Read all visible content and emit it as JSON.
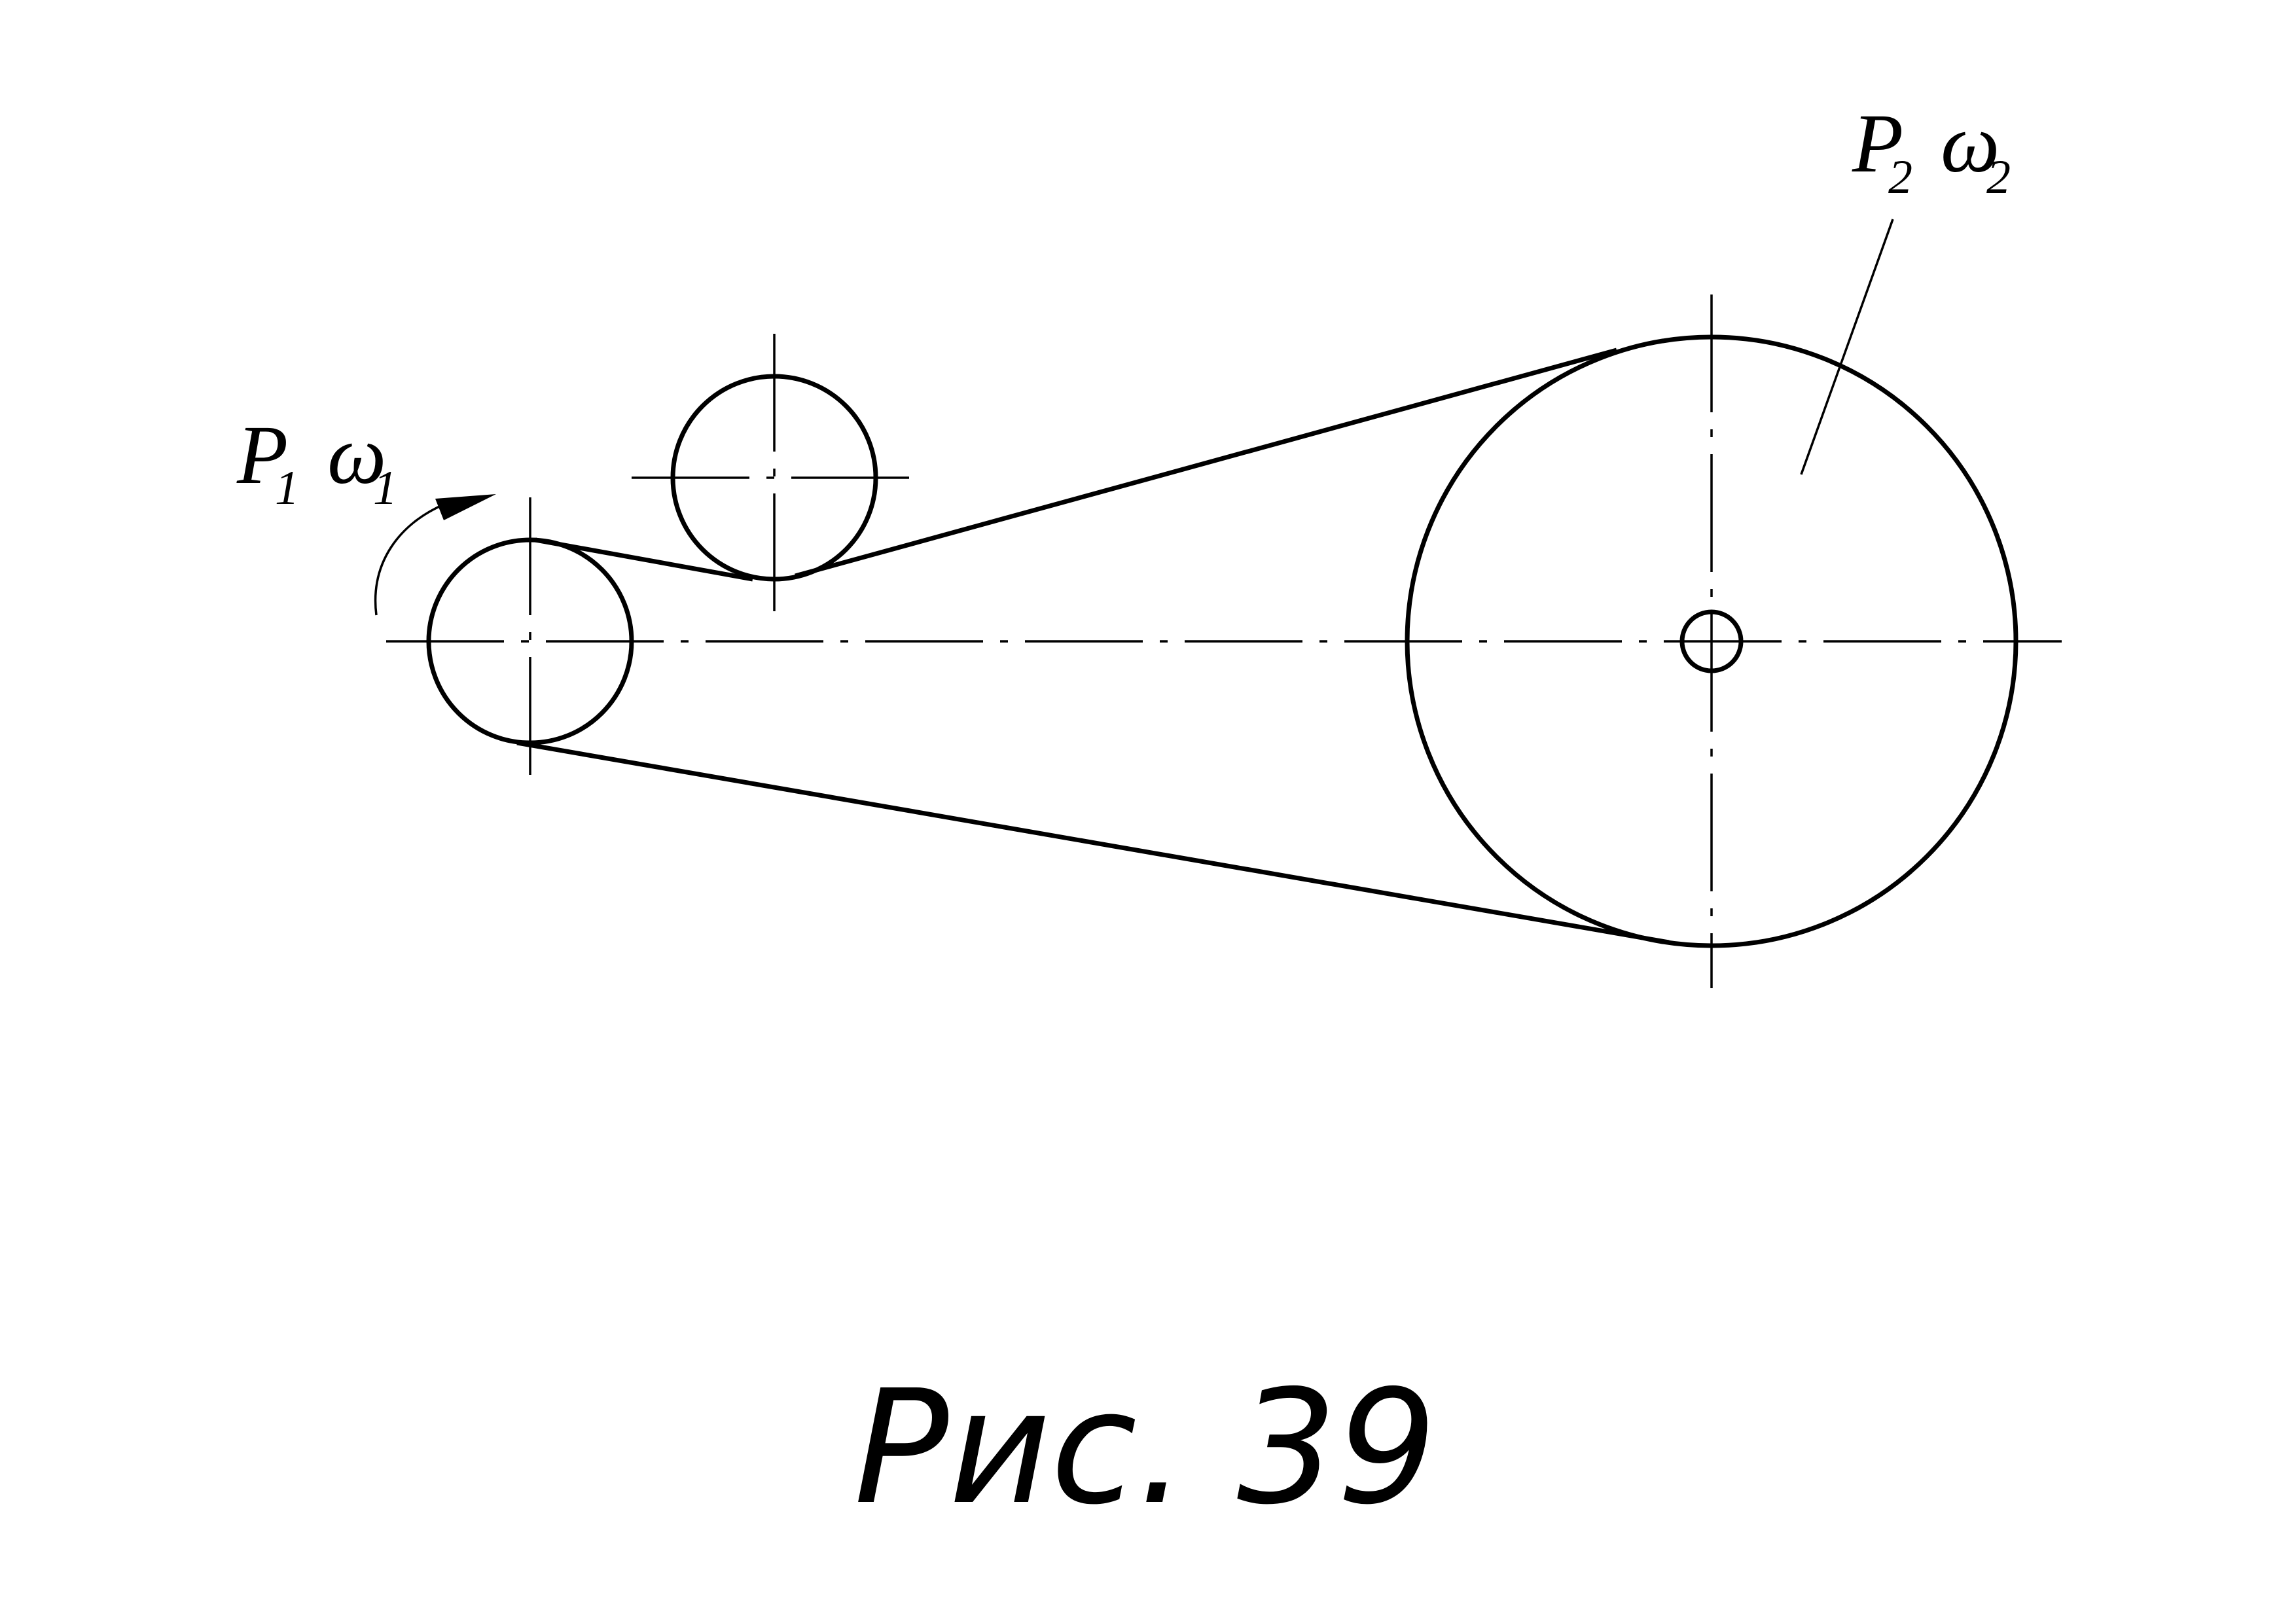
{
  "labels": {
    "driver": {
      "p": "P",
      "p_sub": "1",
      "w": "ω",
      "w_sub": "1"
    },
    "driven": {
      "p": "P",
      "p_sub": "2",
      "w": "ω",
      "w_sub": "2"
    }
  },
  "caption": "Рис. 39"
}
